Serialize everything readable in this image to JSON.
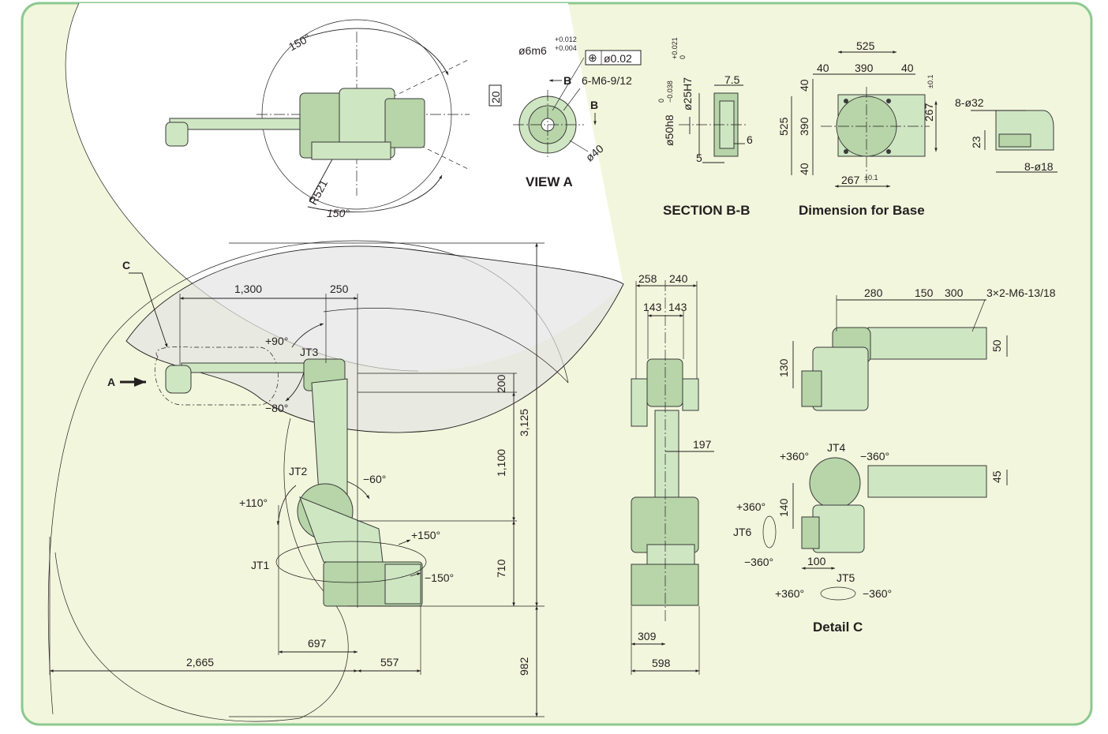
{
  "colors": {
    "background": "#f2f6dc",
    "frame": "#8cc98f",
    "robot": "#cfe6c3",
    "robot_dark": "#b7d5a8",
    "envelope": "#e2e2e2",
    "line": "#231f20"
  },
  "views": {
    "top": {
      "angle_upper": "150°",
      "angle_lower": "150°",
      "radius": "R521"
    },
    "view_a": {
      "title": "VIEW A",
      "shaft": "ø6m6",
      "shaft_tol_upper": "+0.012",
      "shaft_tol_lower": "+0.004",
      "gdt_symbol": "⊕",
      "gdt_value": "ø0.02",
      "tap": "6-M6-9/12",
      "pcd": "ø40",
      "dim_20": "20",
      "section_arrow": "B"
    },
    "section_bb": {
      "title": "SECTION B-B",
      "outer": "ø50h8",
      "outer_tol_upper": "0",
      "outer_tol_lower": "−0.038",
      "inner": "ø25H7",
      "inner_tol_upper": "+0.021",
      "inner_tol_lower": "0",
      "dim_7_5": "7.5",
      "dim_6": "6",
      "dim_5": "5"
    },
    "base": {
      "title": "Dimension for Base",
      "d525_top": "525",
      "d40_left": "40",
      "d390_top": "390",
      "d40_right": "40",
      "d525_side": "525",
      "d390_side": "390",
      "d40_top_side": "40",
      "d40_bot_side": "40",
      "d267_right": "267",
      "d267_bottom": "267",
      "tol_01": "±0.1",
      "hole_32": "8-ø32",
      "hole_18": "8-ø18",
      "d23": "23"
    },
    "side": {
      "label_c": "C",
      "label_a": "A",
      "d1300": "1,300",
      "d250": "250",
      "d200": "200",
      "d3125": "3,125",
      "d1100": "1,100",
      "d710": "710",
      "d982": "982",
      "d2665": "2,665",
      "d697": "697",
      "d557": "557",
      "jt1": "JT1",
      "jt2": "JT2",
      "jt3": "JT3",
      "jt3_plus": "+90°",
      "jt3_minus": "−80°",
      "jt2_plus": "+110°",
      "jt2_minus": "−60°",
      "jt1_plus": "+150°",
      "jt1_minus": "−150°"
    },
    "front": {
      "d258": "258",
      "d240": "240",
      "d143a": "143",
      "d143b": "143",
      "d197": "197",
      "d309": "309",
      "d598": "598"
    },
    "detail_c": {
      "title": "Detail C",
      "d280": "280",
      "d150": "150",
      "d300": "300",
      "taps": "3×2-M6-13/18",
      "d50": "50",
      "d130": "130",
      "d45": "45",
      "d140": "140",
      "d100": "100",
      "jt4": "JT4",
      "jt4_plus": "+360°",
      "jt4_minus": "−360°",
      "jt6": "JT6",
      "jt6_plus": "+360°",
      "jt6_minus": "−360°",
      "jt5": "JT5",
      "jt5_plus": "+360°",
      "jt5_minus": "−360°"
    }
  }
}
